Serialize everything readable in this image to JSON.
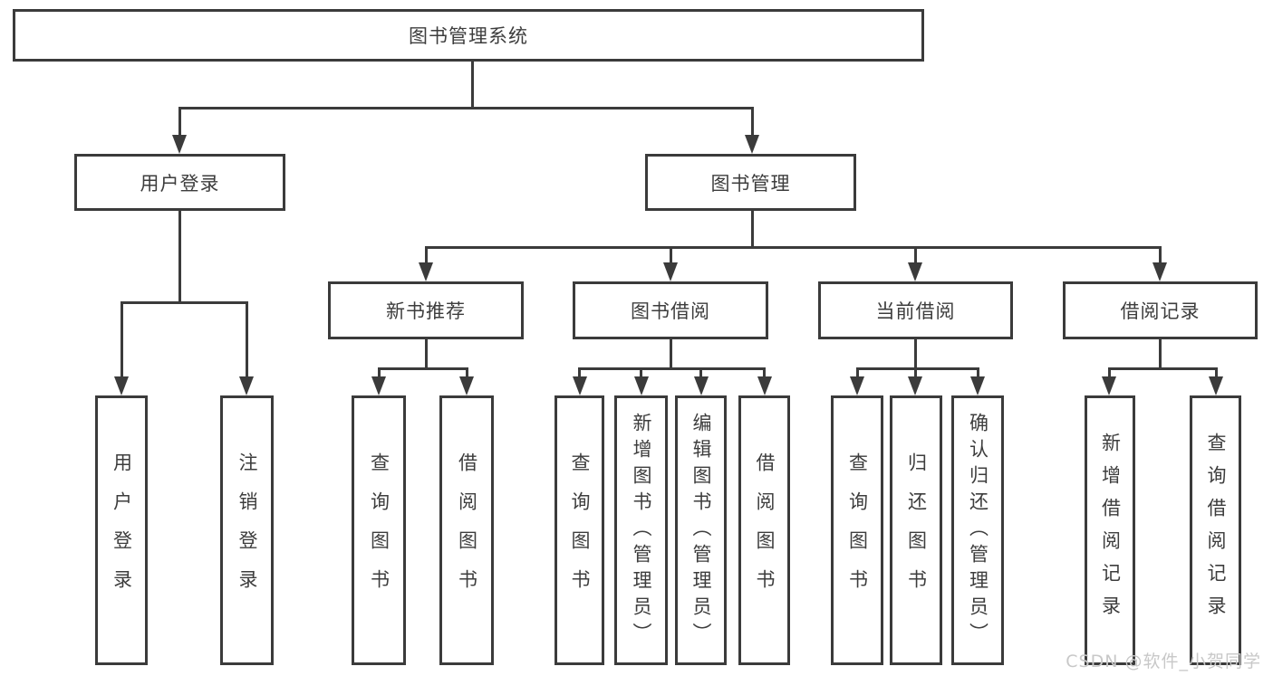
{
  "diagram": {
    "type": "hierarchy-tree",
    "background_color": "#ffffff",
    "line_color": "#3b3b3b",
    "text_color": "#3d3d3d",
    "hierarchy": {
      "label": "图书管理系统",
      "children": [
        {
          "label": "用户登录",
          "children": [
            {
              "label": "用户登录"
            },
            {
              "label": "注销登录"
            }
          ]
        },
        {
          "label": "图书管理",
          "children": [
            {
              "label": "新书推荐",
              "children": [
                {
                  "label": "查询图书"
                },
                {
                  "label": "借阅图书"
                }
              ]
            },
            {
              "label": "图书借阅",
              "children": [
                {
                  "label": "查询图书"
                },
                {
                  "label": "新增图书（管理员）"
                },
                {
                  "label": "编辑图书（管理员）"
                },
                {
                  "label": "借阅图书"
                }
              ]
            },
            {
              "label": "当前借阅",
              "children": [
                {
                  "label": "查询图书"
                },
                {
                  "label": "归还图书"
                },
                {
                  "label": "确认归还（管理员）"
                }
              ]
            },
            {
              "label": "借阅记录",
              "children": [
                {
                  "label": "新增借阅记录"
                },
                {
                  "label": "查询借阅记录"
                }
              ]
            }
          ]
        }
      ]
    }
  },
  "nodes": {
    "root": {
      "label": "图书管理系统"
    },
    "user_login": {
      "label": "用户登录"
    },
    "book_mgmt": {
      "label": "图书管理"
    },
    "new_book_rec": {
      "label": "新书推荐"
    },
    "book_borrow": {
      "label": "图书借阅"
    },
    "current_borrow": {
      "label": "当前借阅"
    },
    "borrow_records": {
      "label": "借阅记录"
    },
    "leaf_user_login": {
      "label": "用户登录"
    },
    "leaf_logout": {
      "label": "注销登录"
    },
    "leaf_query_book_a": {
      "label": "查询图书"
    },
    "leaf_borrow_book_a": {
      "label": "借阅图书"
    },
    "leaf_query_book_b": {
      "label": "查询图书"
    },
    "leaf_add_book": {
      "label": "新增图书（管理员）"
    },
    "leaf_edit_book": {
      "label": "编辑图书（管理员）"
    },
    "leaf_borrow_book_b": {
      "label": "借阅图书"
    },
    "leaf_query_book_c": {
      "label": "查询图书"
    },
    "leaf_return_book": {
      "label": "归还图书"
    },
    "leaf_confirm_return": {
      "label": "确认归还（管理员）"
    },
    "leaf_add_record": {
      "label": "新增借阅记录"
    },
    "leaf_query_record": {
      "label": "查询借阅记录"
    }
  },
  "watermark": {
    "text": "CSDN @软件_小贺同学",
    "color": "#c8c8c8"
  }
}
